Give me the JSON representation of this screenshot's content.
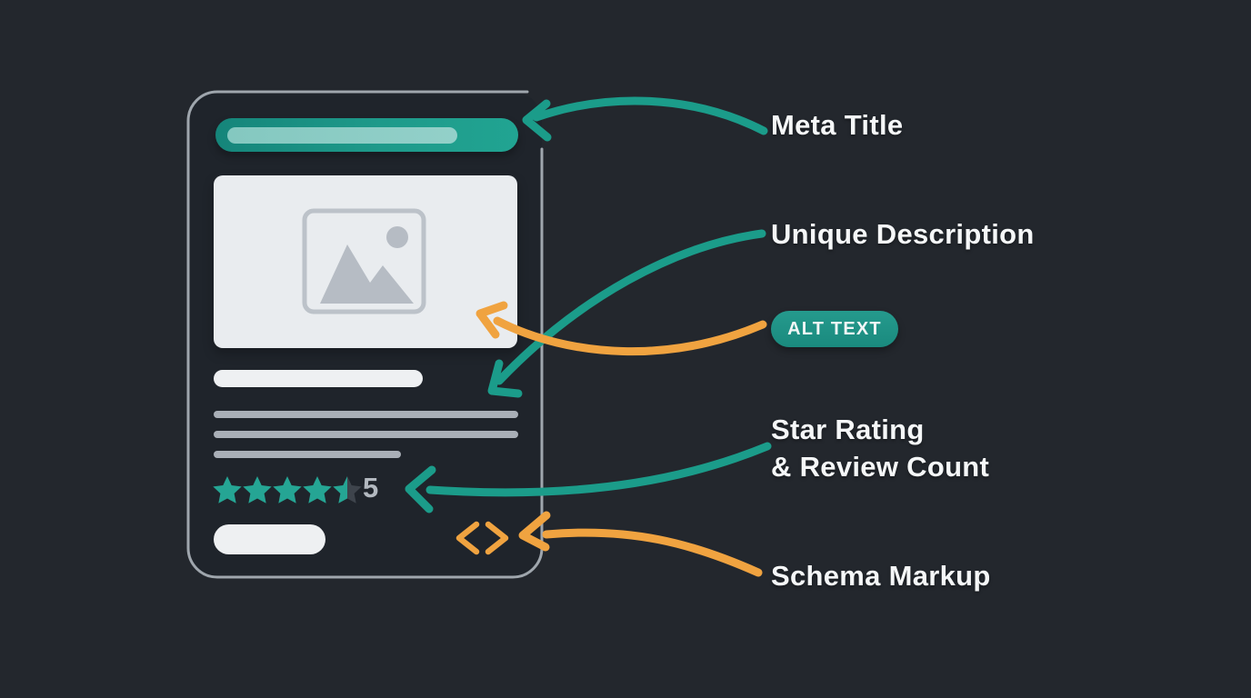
{
  "theme": {
    "background": "#23272d",
    "card_background": "#1f242b",
    "card_border": "#9fa6ad",
    "teal_accent": "#1b9c8a",
    "teal_bar_start": "#15857a",
    "teal_bar_end": "#21a492",
    "teal_bar_inner": "#8accc4",
    "orange_accent": "#f0a340",
    "badge_background": "#1f9488",
    "label_color": "#f5f7f8",
    "description_line_color": "#a9afb7",
    "placeholder_background": "#e9ecef",
    "placeholder_icon_color": "#b6bcc4",
    "white_element": "#eef0f2",
    "star_fill": "#25a594",
    "star_empty": "#3e444c",
    "review_count_color": "#b3b9c0"
  },
  "annotations": {
    "meta_title": "Meta Title",
    "unique_description": "Unique Description",
    "alt_text_badge": "ALT TEXT",
    "star_rating_line1": "Star Rating",
    "star_rating_line2": "& Review Count",
    "schema_markup": "Schema Markup"
  },
  "rating": {
    "full_stars": 4,
    "half_stars": 1,
    "review_count": "5"
  }
}
